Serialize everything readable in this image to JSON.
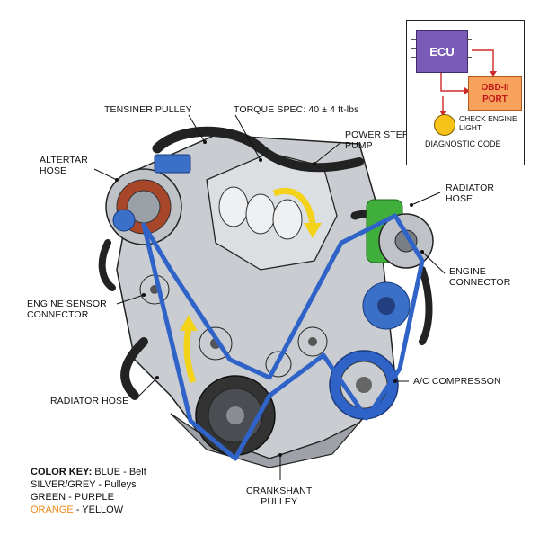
{
  "labels": {
    "tensioner_pulley": "TENSINER PULLEY",
    "torque_spec": "TORQUE SPEC: 40 ± 4 ft-lbs",
    "power_steering": "POWER STERING\nPUMP",
    "alternator_hose": "ALTERTAR\nHOSE",
    "radiator_hose_right": "RADIATOR\nHOSE",
    "engine_connector": "ENGINE\nCONNECTOR",
    "engine_sensor": "ENGINE SENSOR\nCONNECTOR",
    "ac_compressor": "A/C COMPRESSON",
    "radiator_hose_left": "RADIATOR HOSE",
    "crankshaft_pulley": "CRANKSHANT\nPULLEY"
  },
  "ecu_inset": {
    "ecu_label": "ECU",
    "obd_label": "OBD-II\nPORT",
    "check_engine": "CHECK ENGINE\nLIGHT",
    "diagnostic": "DIAGNOSTIC CODE"
  },
  "color_key": {
    "title": "COLOR KEY:",
    "line1_rest": " BLUE - Belt",
    "line2": "SILVER/GREY - Pulleys",
    "line3": "GREEN - PURPLE",
    "line4_orange": "ORANGE",
    "line4_rest": " - YELLOW"
  },
  "colors": {
    "belt": "#2f63c8",
    "pulleys": "#b8bcc2",
    "green_pulley": "#3fae3a",
    "blue_part": "#3a70c8",
    "arrow": "#f3d21a",
    "ecu": "#7b5bb8",
    "obd": "#f7a25c"
  },
  "icons": [
    "chip-icon",
    "check-engine-icon"
  ]
}
